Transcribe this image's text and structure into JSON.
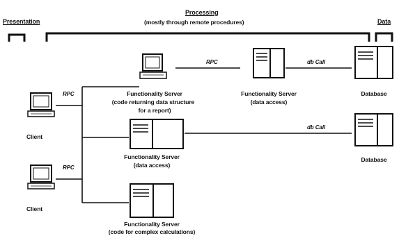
{
  "headers": {
    "presentation": "Presentation",
    "processing": "Processing",
    "processing_sub": "(mostly through remote procedures)",
    "data": "Data"
  },
  "connections": {
    "rpc_top": "RPC",
    "rpc_client1": "RPC",
    "rpc_client2": "RPC",
    "dbcall_top": "db Call",
    "dbcall_mid": "db Call"
  },
  "nodes": {
    "client1": "Client",
    "client2": "Client",
    "fs_top_line1": "Functionality Server",
    "fs_top_line2": "(code returning data structure",
    "fs_top_line3": "for a report)",
    "fs_right_line1": "Functionality Server",
    "fs_right_line2": "(data access)",
    "fs_mid_line1": "Functionality Server",
    "fs_mid_line2": "(data access)",
    "fs_bottom_line1": "Functionality Server",
    "fs_bottom_line2": "(code for complex calculations)",
    "db_top": "Database",
    "db_mid": "Database"
  }
}
